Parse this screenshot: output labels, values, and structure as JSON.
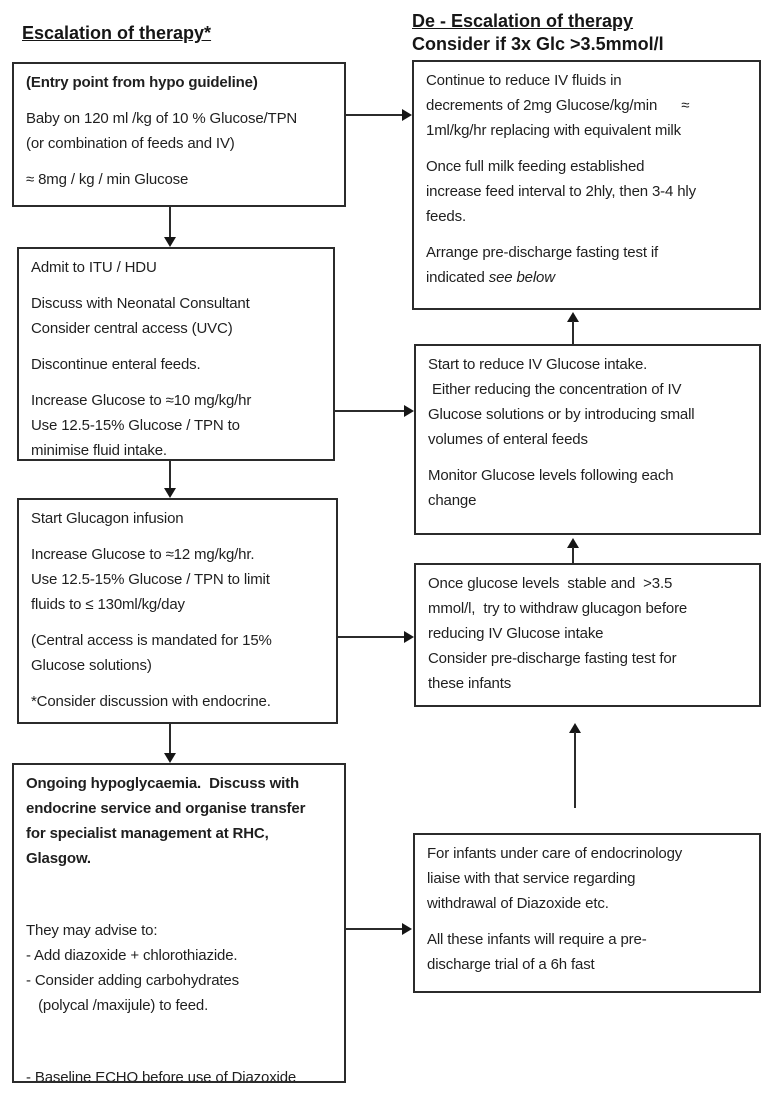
{
  "colors": {
    "background": "#ffffff",
    "ink": "#1f1f1f",
    "box_border": "#2b2b2b"
  },
  "headers": {
    "left": "Escalation of therapy*",
    "right_line1": "De - Escalation of therapy",
    "right_line2": "Consider if 3x Glc >3.5mmol/l"
  },
  "boxes": [
    {
      "name": "entry-point-box",
      "column": "escalation",
      "paragraphs": [
        {
          "bold": true,
          "lines": [
            "(Entry point from hypo guideline)"
          ]
        },
        {
          "lines": [
            "Baby on 120 ml /kg of 10 % Glucose/TPN",
            "(or combination of feeds and IV)"
          ]
        },
        {
          "lines": [
            "≈ 8mg / kg / min Glucose"
          ]
        }
      ]
    },
    {
      "name": "admit-itu-box",
      "column": "escalation",
      "paragraphs": [
        {
          "lines": [
            "Admit to ITU / HDU"
          ]
        },
        {
          "lines": [
            "Discuss with Neonatal Consultant",
            "Consider central access (UVC)"
          ]
        },
        {
          "lines": [
            "Discontinue enteral feeds."
          ]
        },
        {
          "lines": [
            "Increase Glucose to ≈10 mg/kg/hr",
            "Use 12.5-15% Glucose / TPN to",
            "minimise fluid intake."
          ]
        }
      ]
    },
    {
      "name": "glucagon-infusion-box",
      "column": "escalation",
      "paragraphs": [
        {
          "lines": [
            "Start Glucagon infusion"
          ]
        },
        {
          "lines": [
            "Increase Glucose to ≈12 mg/kg/hr.",
            "Use 12.5-15% Glucose / TPN to limit",
            "fluids to ≤ 130ml/kg/day"
          ]
        },
        {
          "lines": [
            "(Central access is mandated for 15%",
            "Glucose solutions)"
          ]
        },
        {
          "lines": [
            "*Consider discussion with endocrine."
          ]
        }
      ]
    },
    {
      "name": "transfer-rhc-box",
      "column": "escalation",
      "paragraphs": [
        {
          "bold": true,
          "lines": [
            "Ongoing hypoglycaemia.  Discuss with",
            "endocrine service and organise transfer",
            "for specialist management at RHC,",
            "Glasgow."
          ]
        },
        {
          "lines": [
            ""
          ]
        },
        {
          "lines": [
            "They may advise to:",
            "- Add diazoxide + chlorothiazide.",
            "- Consider adding carbohydrates",
            "   (polycal /maxijule) to feed."
          ]
        },
        {
          "lines": [
            ""
          ]
        },
        {
          "lines": [
            "- Baseline ECHO before use of Diazoxide"
          ]
        }
      ]
    },
    {
      "name": "reduce-iv-fluids-box",
      "column": "de-escalation",
      "paragraphs": [
        {
          "lines": [
            "Continue to reduce IV fluids in",
            "decrements of 2mg Glucose/kg/min      ≈",
            "1ml/kg/hr replacing with equivalent milk"
          ]
        },
        {
          "lines": [
            "Once full milk feeding established",
            "increase feed interval to 2hly, then 3-4 hly",
            "feeds."
          ]
        },
        {
          "lines": [
            "Arrange pre-discharge fasting test if",
            {
              "segments": [
                {
                  "t": "indicated "
                },
                {
                  "t": "see below",
                  "i": true
                }
              ]
            }
          ]
        }
      ]
    },
    {
      "name": "reduce-iv-glucose-box",
      "column": "de-escalation",
      "paragraphs": [
        {
          "lines": [
            "Start to reduce IV Glucose intake.",
            " Either reducing the concentration of IV",
            "Glucose solutions or by introducing small",
            "volumes of enteral feeds"
          ]
        },
        {
          "lines": [
            "Monitor Glucose levels following each",
            "change"
          ]
        }
      ]
    },
    {
      "name": "withdraw-glucagon-box",
      "column": "de-escalation",
      "paragraphs": [
        {
          "lines": [
            "Once glucose levels  stable and  >3.5",
            "mmol/l,  try to withdraw glucagon before",
            "reducing IV Glucose intake",
            "Consider pre-discharge fasting test for",
            "these infants"
          ]
        }
      ]
    },
    {
      "name": "endocrinology-withdrawal-box",
      "column": "de-escalation",
      "paragraphs": [
        {
          "lines": [
            "For infants under care of endocrinology",
            "liaise with that service regarding",
            "withdrawal of Diazoxide etc."
          ]
        },
        {
          "lines": [
            "All these infants will require a pre-",
            "discharge trial of a 6h fast"
          ]
        }
      ]
    }
  ],
  "arrows": [
    {
      "from": "entry-point-box",
      "to": "admit-itu-box",
      "direction": "down"
    },
    {
      "from": "admit-itu-box",
      "to": "glucagon-infusion-box",
      "direction": "down"
    },
    {
      "from": "glucagon-infusion-box",
      "to": "transfer-rhc-box",
      "direction": "down"
    },
    {
      "from": "entry-point-box",
      "to": "reduce-iv-fluids-box",
      "direction": "right"
    },
    {
      "from": "admit-itu-box",
      "to": "reduce-iv-glucose-box",
      "direction": "right"
    },
    {
      "from": "glucagon-infusion-box",
      "to": "withdraw-glucagon-box",
      "direction": "right"
    },
    {
      "from": "transfer-rhc-box",
      "to": "endocrinology-withdrawal-box",
      "direction": "right"
    },
    {
      "from": "reduce-iv-glucose-box",
      "to": "reduce-iv-fluids-box",
      "direction": "up"
    },
    {
      "from": "withdraw-glucagon-box",
      "to": "reduce-iv-glucose-box",
      "direction": "up"
    },
    {
      "from": "endocrinology-withdrawal-box",
      "to": "withdraw-glucagon-box",
      "direction": "up"
    }
  ]
}
